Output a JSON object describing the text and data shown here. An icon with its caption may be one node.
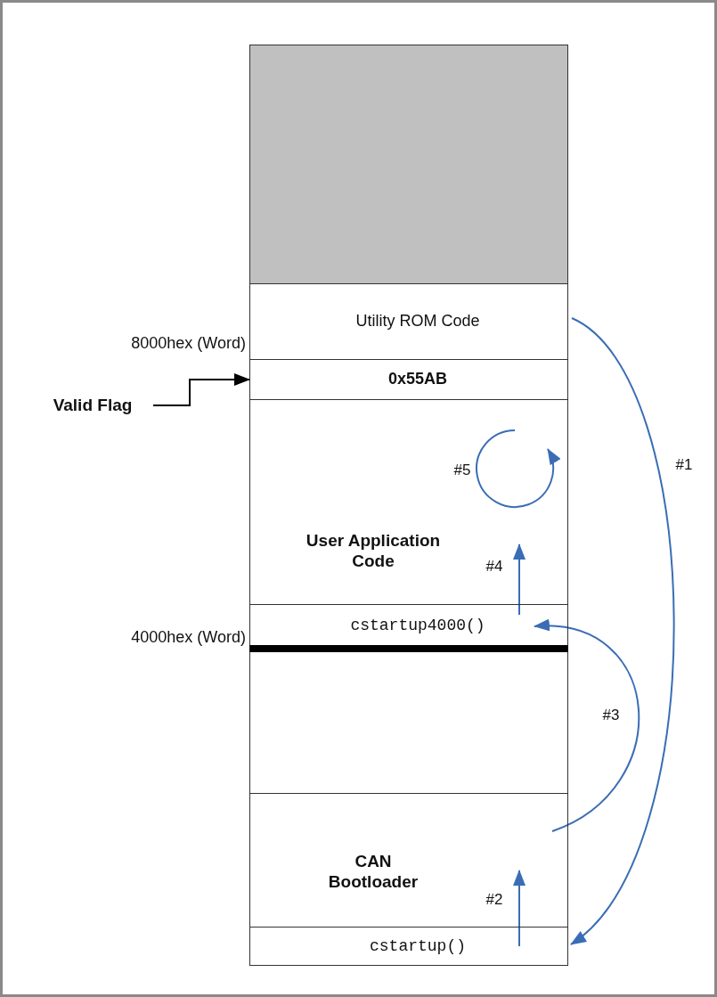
{
  "diagram": {
    "nodes": [
      {
        "text": [],
        "shape": "box"
      },
      {
        "text": [
          "Utility ROM Code"
        ]
      },
      {
        "text": [
          "0x55AB"
        ]
      },
      {
        "text": [
          "User Application Code"
        ]
      },
      {
        "text": [
          "cstartup4000()"
        ]
      },
      {
        "text": [],
        "shape": "box"
      },
      {
        "text": [
          "CAN Bootloader"
        ]
      },
      {
        "text": [
          "cstartup()"
        ]
      },
      {
        "text": [
          "Valid Flag"
        ]
      }
    ],
    "edges": [
      {
        "from": 8,
        "to": 2,
        "arrow": "to",
        "color": "#000000"
      },
      {
        "from": 1,
        "to": 7,
        "arrow": "to",
        "label": "#1"
      },
      {
        "from": 7,
        "to": 6,
        "arrow": "to",
        "label": "#2"
      },
      {
        "from": 6,
        "to": 4,
        "arrow": "to",
        "label": "#3"
      },
      {
        "from": 4,
        "to": 3,
        "arrow": "to",
        "label": "#4"
      },
      {
        "from": 3,
        "to": 3,
        "arrow": "to",
        "label": "#5"
      }
    ],
    "labels": [
      "8000hex (Word)",
      "4000hex (Word)"
    ]
  }
}
